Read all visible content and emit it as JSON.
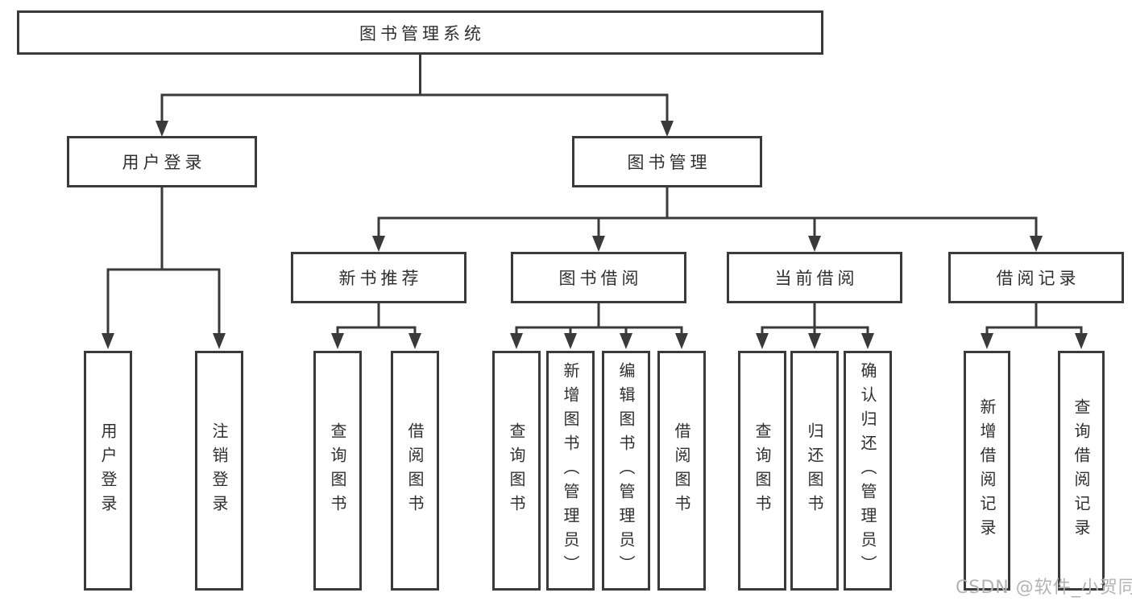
{
  "tree": {
    "label": "图书管理系统",
    "children": [
      {
        "label": "用户登录",
        "children": [
          {
            "label": "用户登录"
          },
          {
            "label": "注销登录"
          }
        ]
      },
      {
        "label": "图书管理",
        "children": [
          {
            "label": "新书推荐",
            "children": [
              {
                "label": "查询图书"
              },
              {
                "label": "借阅图书"
              }
            ]
          },
          {
            "label": "图书借阅",
            "children": [
              {
                "label": "查询图书"
              },
              {
                "label": "新增图书（管理员）"
              },
              {
                "label": "编辑图书（管理员）"
              },
              {
                "label": "借阅图书"
              }
            ]
          },
          {
            "label": "当前借阅",
            "children": [
              {
                "label": "查询图书"
              },
              {
                "label": "归还图书"
              },
              {
                "label": "确认归还（管理员）"
              }
            ]
          },
          {
            "label": "借阅记录",
            "children": [
              {
                "label": "新增借阅记录"
              },
              {
                "label": "查询借阅记录"
              }
            ]
          }
        ]
      }
    ]
  },
  "watermark": {
    "text": "CSDN @软件_小贺同学"
  },
  "colors": {
    "line": "#3a3a3a",
    "text": "#2f2f2f",
    "watermark": "#b3b3b3",
    "background": "#ffffff"
  }
}
